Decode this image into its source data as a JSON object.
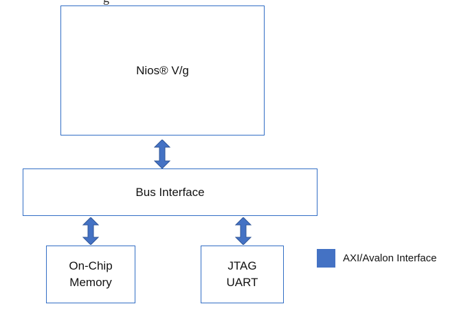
{
  "header_fragment": "g",
  "blocks": {
    "cpu": {
      "label": "Nios® V/g"
    },
    "bus": {
      "label": "Bus Interface"
    },
    "memory": {
      "line1": "On-Chip",
      "line2": "Memory"
    },
    "jtag": {
      "line1": "JTAG",
      "line2": "UART"
    }
  },
  "legend": {
    "label": "AXI/Avalon Interface",
    "color": "#4472c4"
  },
  "colors": {
    "border": "#2f6cc4",
    "arrow": "#4472c4"
  }
}
